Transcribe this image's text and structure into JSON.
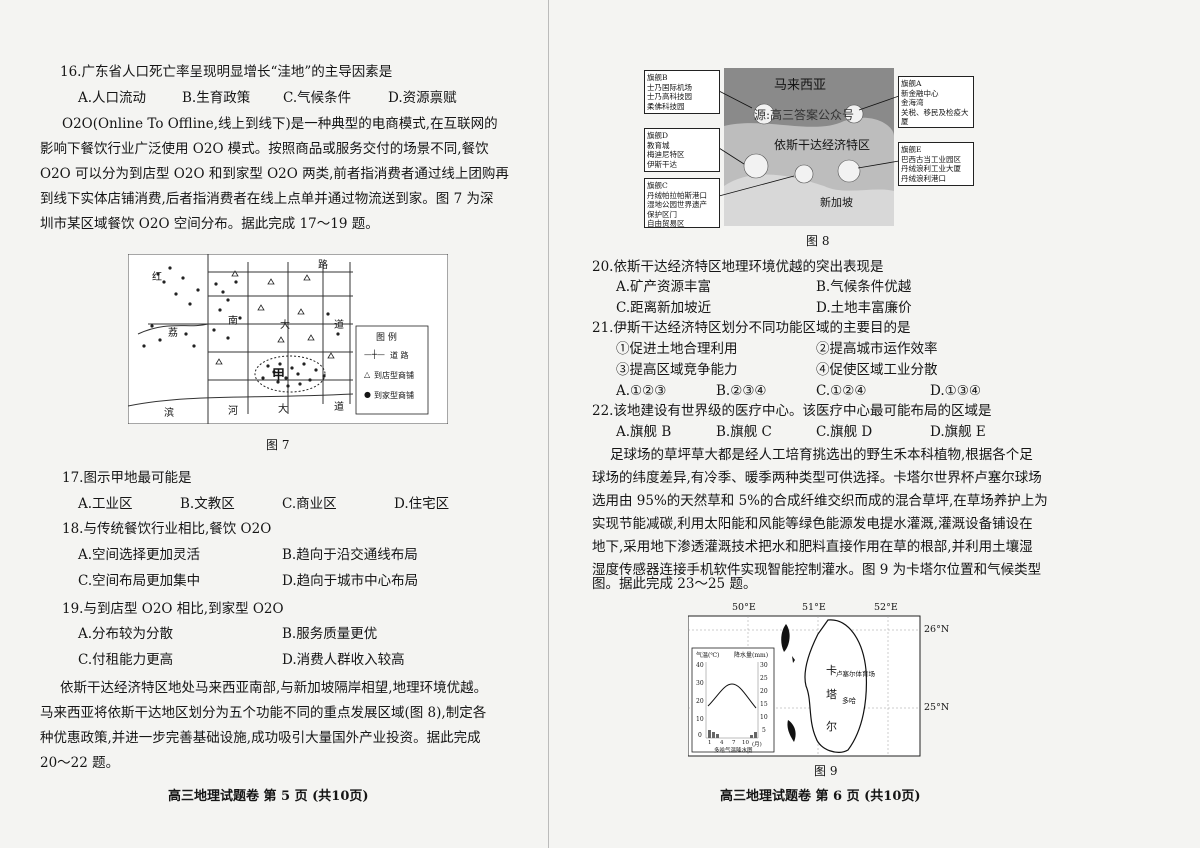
{
  "left": {
    "q16": {
      "stem": "16.广东省人口死亡率呈现明显增长“洼地”的主导因素是",
      "options": [
        "A.人口流动",
        "B.生育政策",
        "C.气候条件",
        "D.资源禀赋"
      ]
    },
    "passage1": [
      "O2O(Online To Offline,线上到线下)是一种典型的电商模式,在互联网的",
      "影响下餐饮行业广泛使用 O2O 模式。按照商品或服务交付的场景不同,餐饮",
      "O2O 可以分为到店型 O2O 和到家型 O2O 两类,前者指消费者通过线上团购再",
      "到线下实体店铺消费,后者指消费者在线上点单并通过物流送到家。图 7 为深",
      "圳市某区域餐饮 O2O 空间分布。据此完成 17～19 题。"
    ],
    "fig7": {
      "caption": "图 7",
      "road_labels": [
        "红",
        "荔",
        "路",
        "南",
        "大",
        "道",
        "滨",
        "河",
        "大",
        "道",
        "甲"
      ],
      "legend_title": "图  例",
      "legend_items": [
        "道  路",
        "到店型商铺",
        "到家型商铺"
      ]
    },
    "q17": {
      "stem": "17.图示甲地最可能是",
      "options": [
        "A.工业区",
        "B.文教区",
        "C.商业区",
        "D.住宅区"
      ]
    },
    "q18": {
      "stem": "18.与传统餐饮行业相比,餐饮 O2O",
      "options": [
        "A.空间选择更加灵活",
        "B.趋向于沿交通线布局",
        "C.空间布局更加集中",
        "D.趋向于城市中心布局"
      ]
    },
    "q19": {
      "stem": "19.与到店型 O2O 相比,到家型 O2O",
      "options": [
        "A.分布较为分散",
        "B.服务质量更优",
        "C.付租能力更高",
        "D.消费人群收入较高"
      ]
    },
    "passage2": [
      "依斯干达经济特区地处马来西亚南部,与新加坡隔岸相望,地理环境优越。",
      "马来西亚将依斯干达地区划分为五个功能不同的重点发展区域(图 8),制定各",
      "种优惠政策,并进一步完善基础设施,成功吸引大量国外产业投资。据此完成",
      "20～22 题。"
    ],
    "footer": "高三地理试题卷 第  5  页 (共10页)"
  },
  "right": {
    "fig8": {
      "caption": "图 8",
      "map_labels": [
        "马来西亚",
        "依斯干达经济特区",
        "新加坡"
      ],
      "watermark": "源:高三答案公众号",
      "boxes": [
        {
          "title": "旗舰B",
          "lines": [
            "士乃国际机场",
            "士乃高科技园",
            "柔佛科技园"
          ]
        },
        {
          "title": "旗舰D",
          "lines": [
            "教育城",
            "梅迪尼特区",
            "伊斯干达"
          ]
        },
        {
          "title": "旗舰C",
          "lines": [
            "丹绒帕拉帕斯港口",
            "湿地公园世界遗产",
            "保护区门",
            "自由贸易区"
          ]
        },
        {
          "title": "旗舰A",
          "lines": [
            "新金融中心",
            "金海湾",
            "关税、移民及检疫大厦"
          ]
        },
        {
          "title": "旗舰E",
          "lines": [
            "巴西古当工业园区",
            "丹绒浪利工业大厦",
            "丹绒浪利港口"
          ]
        }
      ]
    },
    "q20": {
      "stem": "20.依斯干达经济特区地理环境优越的突出表现是",
      "options": [
        "A.矿产资源丰富",
        "B.气候条件优越",
        "C.距离新加坡近",
        "D.土地丰富廉价"
      ]
    },
    "q21": {
      "stem": "21.伊斯干达经济特区划分不同功能区域的主要目的是",
      "items": [
        "①促进土地合理利用",
        "②提高城市运作效率",
        "③提高区域竞争能力",
        "④促使区域工业分散"
      ],
      "options": [
        "A.①②③",
        "B.②③④",
        "C.①②④",
        "D.①③④"
      ]
    },
    "q22": {
      "stem": "22.该地建设有世界级的医疗中心。该医疗中心最可能布局的区域是",
      "options": [
        "A.旗舰 B",
        "B.旗舰 C",
        "C.旗舰 D",
        "D.旗舰 E"
      ]
    },
    "passage3": [
      "足球场的草坪草大都是经人工培育挑选出的野生禾本科植物,根据各个足",
      "球场的纬度差异,有冷季、暖季两种类型可供选择。卡塔尔世界杯卢塞尔球场",
      "选用由 95%的天然草和 5%的合成纤维交织而成的混合草坪,在草场养护上为",
      "实现节能减碳,利用太阳能和风能等绿色能源发电提水灌溉,灌溉设备铺设在",
      "地下,采用地下渗透灌溉技术把水和肥料直接作用在草的根部,并利用土壤湿",
      "湿度传感器连接手机软件实现智能控制灌水。图 9 为卡塔尔位置和气候类型",
      "图。据此完成 23～25 题。"
    ],
    "fig9": {
      "caption": "图 9",
      "lon_labels": [
        "50°E",
        "51°E",
        "52°E"
      ],
      "lat_labels": [
        "26°N",
        "25°N"
      ],
      "country_chars": [
        "卡",
        "塔",
        "尔"
      ],
      "city": "多哈",
      "stadium": "卢塞尔体育场",
      "climate_axis_left": "气温(℃)",
      "climate_axis_right": "降水量(mm)",
      "climate_title": "多哈气温降水图",
      "temp_ticks": [
        "40",
        "30",
        "20",
        "10",
        "0"
      ],
      "precip_ticks": [
        "30",
        "25",
        "20",
        "15",
        "10",
        "5"
      ],
      "month_ticks": [
        "1",
        "4",
        "7",
        "10",
        "(月)"
      ]
    },
    "footer": "高三地理试题卷 第  6  页 (共10页)"
  }
}
